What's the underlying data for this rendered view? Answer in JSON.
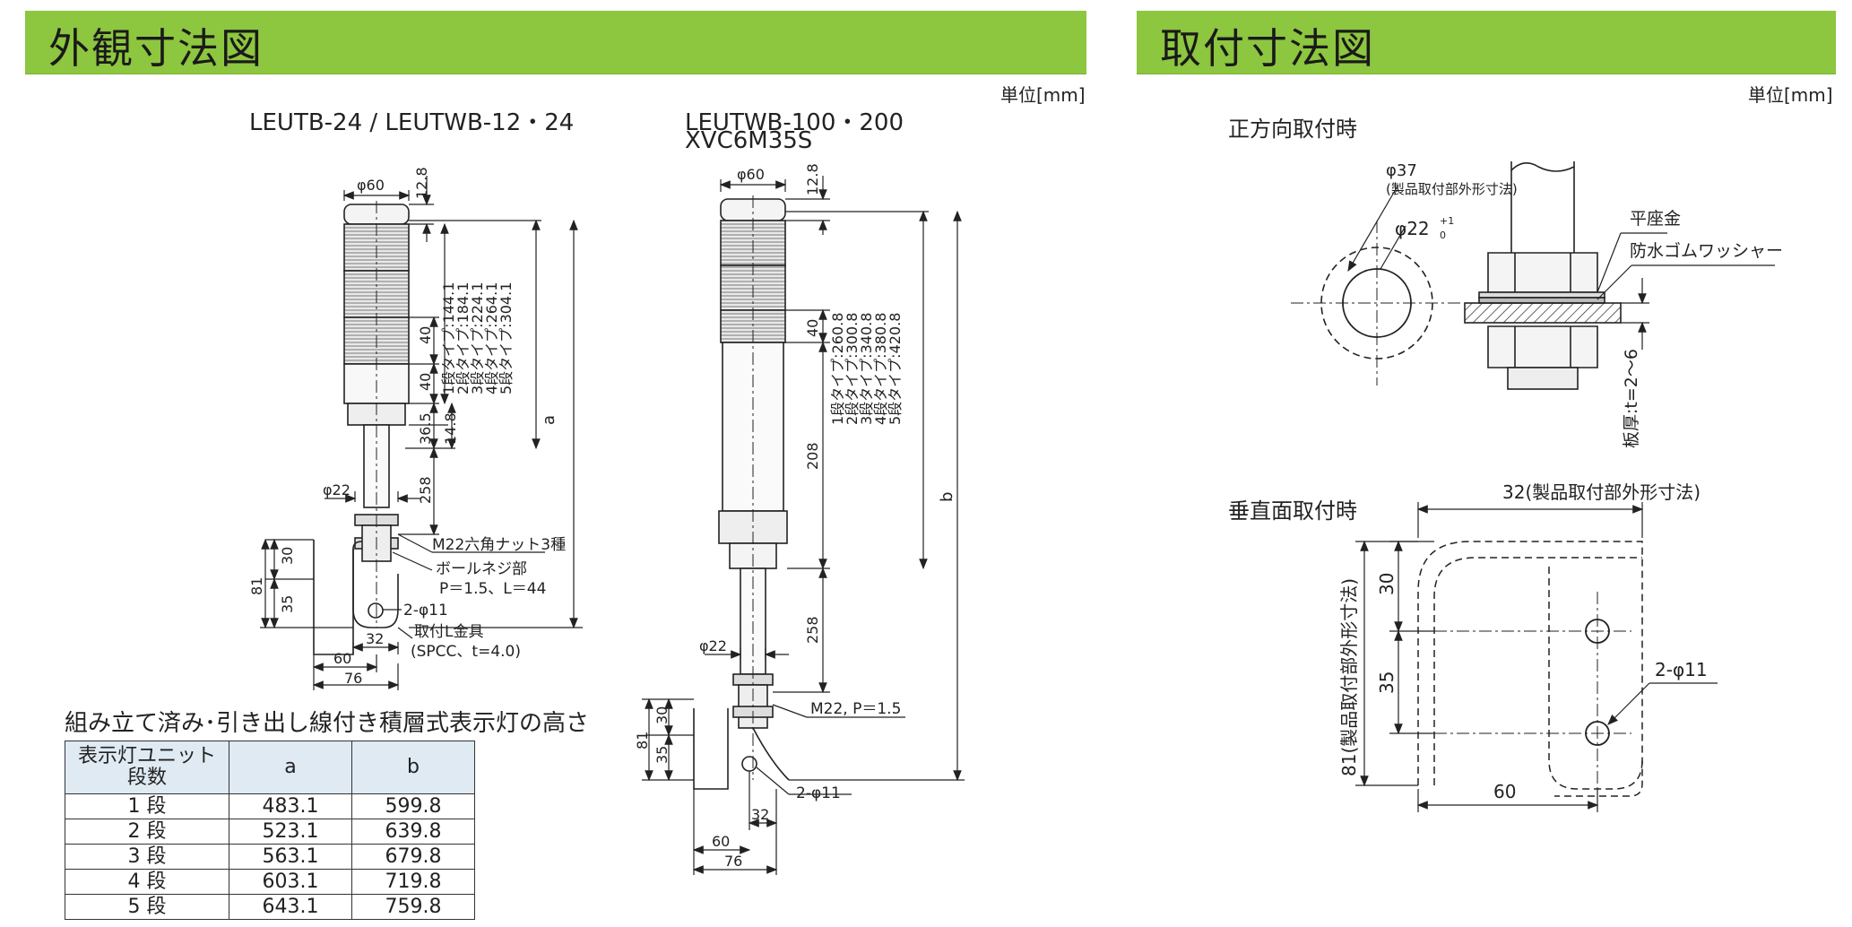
{
  "left_header": "外観寸法図",
  "right_header": "取付寸法図",
  "unit_label": "単位[mm]",
  "model_a": "LEUTB-24 / LEUTWB-12・24",
  "model_b_line1": "LEUTWB-100・200",
  "model_b_line2": "XVC6M35S",
  "dim_labels": {
    "phi60": "φ60",
    "d128": "12.8",
    "d40": "40",
    "d365": "36.5",
    "d148": "14.8",
    "d258": "258",
    "d208": "208",
    "phi22": "φ22",
    "d30": "30",
    "d35": "35",
    "d81": "81",
    "d60": "60",
    "d32": "32",
    "d76": "76",
    "a": "a",
    "b": "b",
    "phi11x2": "2-φ11"
  },
  "types_a": [
    "1段タイプ:144.1",
    "2段タイプ:184.1",
    "3段タイプ:224.1",
    "4段タイプ:264.1",
    "5段タイプ:304.1"
  ],
  "types_b": [
    "1段タイプ:260.8",
    "2段タイプ:300.8",
    "3段タイプ:340.8",
    "4段タイプ:380.8",
    "5段タイプ:420.8"
  ],
  "callouts": {
    "nut": "M22六角ナット3種",
    "thread": "ボールネジ部",
    "thread_spec": "P＝1.5、L＝44",
    "hole": "2-φ11",
    "bracket": "取付L金具",
    "bracket_spec": "(SPCC、t=4.0)",
    "m22": "M22, P＝1.5"
  },
  "right": {
    "front_title": "正方向取付時",
    "vertical_title": "垂直面取付時",
    "phi37": "φ37",
    "phi37_note": "(製品取付部外形寸法)",
    "phi22": "φ22",
    "tol_plus": "+1",
    "tol_zero": "0",
    "washer": "平座金",
    "rubber": "防水ゴムワッシャー",
    "plate": "板厚:t=2～6",
    "dim32": "32(製品取付部外形寸法)",
    "dim81": "81(製品取付部外形寸法)",
    "d30": "30",
    "d35": "35",
    "hole": "2-φ11",
    "d60": "60"
  },
  "table": {
    "caption": "組み立て済み･引き出し線付き積層式表示灯の高さ",
    "headers": [
      "表示灯ユニット\n段数",
      "a",
      "b"
    ],
    "rows": [
      [
        "1 段",
        "483.1",
        "599.8"
      ],
      [
        "2 段",
        "523.1",
        "639.8"
      ],
      [
        "3 段",
        "563.1",
        "679.8"
      ],
      [
        "4 段",
        "603.1",
        "719.8"
      ],
      [
        "5 段",
        "643.1",
        "759.8"
      ]
    ]
  }
}
